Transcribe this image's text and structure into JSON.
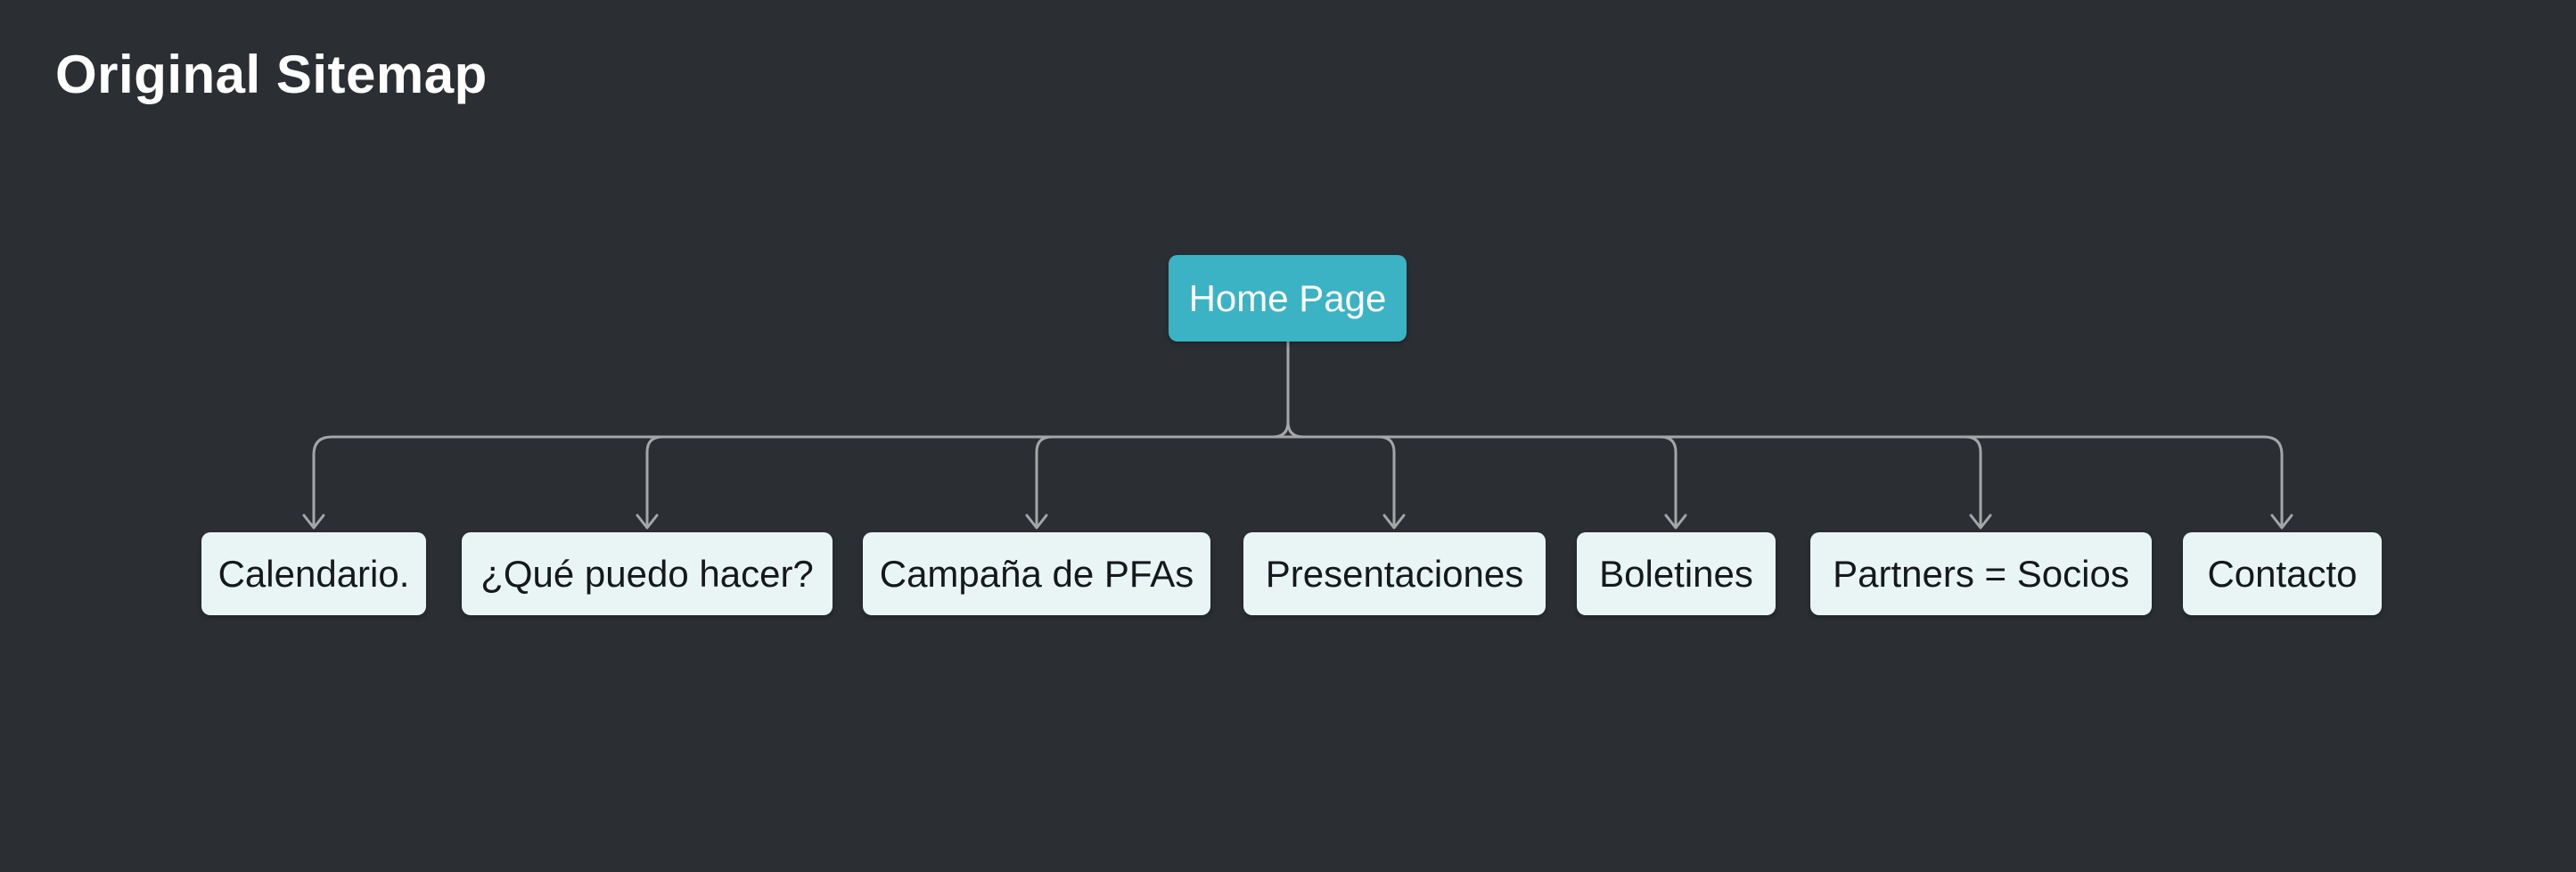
{
  "title": "Original Sitemap",
  "diagram": {
    "root": {
      "label": "Home Page"
    },
    "children": [
      {
        "label": "Calendario."
      },
      {
        "label": "¿Qué puedo hacer?"
      },
      {
        "label": "Campaña de PFAs"
      },
      {
        "label": "Presentaciones"
      },
      {
        "label": "Boletines"
      },
      {
        "label": "Partners = Socios"
      },
      {
        "label": "Contacto"
      }
    ],
    "colors": {
      "background": "#2b2f34",
      "root_node_bg": "#3bb3c5",
      "root_node_text": "#ffffff",
      "child_node_bg": "#e9f4f5",
      "child_node_text": "#16191c",
      "connector": "#a4a6a8",
      "title_text": "#ffffff"
    }
  }
}
